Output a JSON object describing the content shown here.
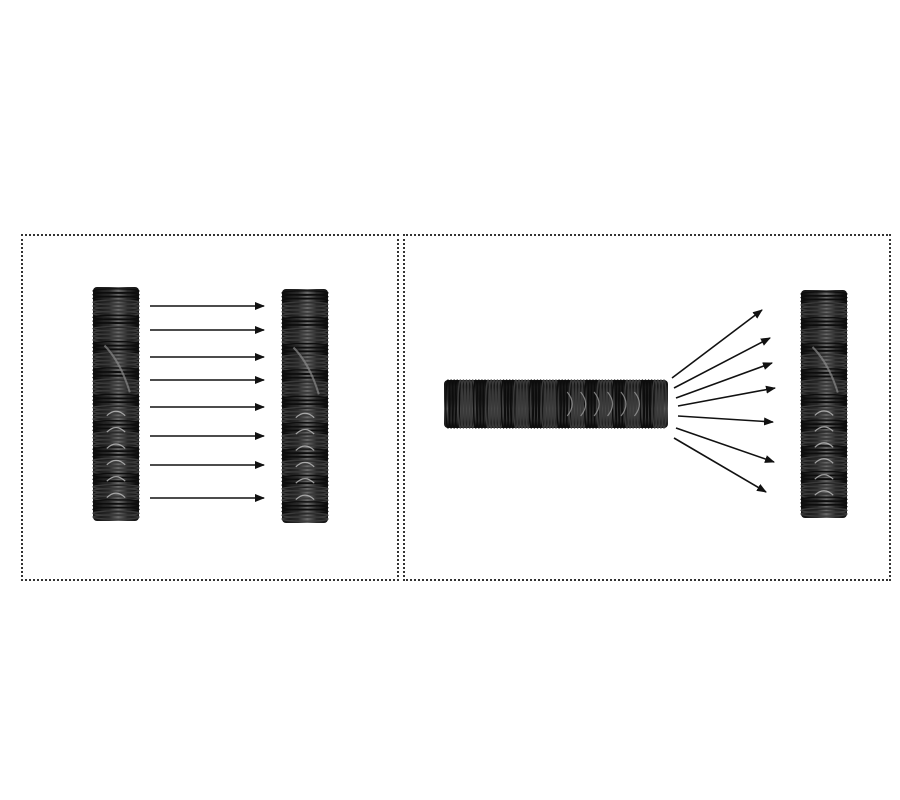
{
  "colors": {
    "coil_dark": "#1a1a1a",
    "coil_mid": "#555555",
    "coil_light": "#bfbfbf",
    "arrow": "#111111",
    "frame": "#333333",
    "background": "#ffffff"
  },
  "panels": [
    {
      "name": "left-panel",
      "arrangement": "parallel",
      "source_coil": "vertical-helix-icon",
      "target_coil": "vertical-helix-icon",
      "arrow_count": 8
    },
    {
      "name": "right-panel",
      "arrangement": "perpendicular",
      "source_coil": "horizontal-helix-icon",
      "target_coil": "vertical-helix-icon",
      "arrow_count": 7
    }
  ]
}
